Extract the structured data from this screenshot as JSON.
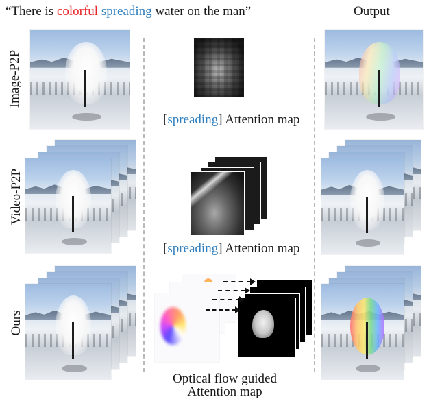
{
  "header": {
    "prompt_open_quote": "“There is ",
    "prompt_word_colorful": "colorful",
    "prompt_word_spreading": "spreading",
    "prompt_rest": " water on the man”",
    "output_title": "Output"
  },
  "rows": {
    "row1_label": "Image-P2P",
    "row2_label": "Video-P2P",
    "row3_label": "Ours"
  },
  "captions": {
    "attn1_open": "[",
    "attn1_word": "spreading",
    "attn1_rest": "] Attention map",
    "attn2_open": "[",
    "attn2_word": "spreading",
    "attn2_rest": "] Attention map",
    "flow_line1": "Optical flow guided",
    "flow_line2": "Attention map"
  },
  "colors": {
    "highlight_red": "#e8272b",
    "highlight_blue": "#2f7fbf"
  }
}
